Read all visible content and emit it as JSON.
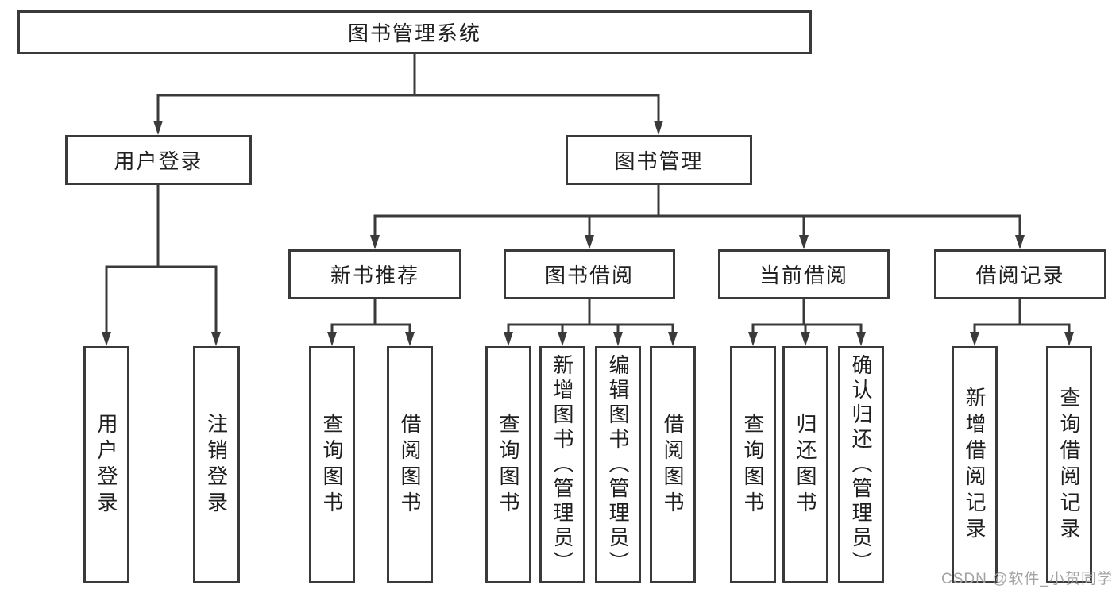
{
  "colors": {
    "line": "#3a3a3a",
    "text": "#1f1f1f",
    "watermark": "#a3a3a3",
    "box-bg": "#ffffff"
  },
  "diagram": {
    "root": {
      "label": "图书管理系统"
    },
    "level2": [
      {
        "label": "用户登录"
      },
      {
        "label": "图书管理"
      }
    ],
    "level3": [
      {
        "label": "新书推荐"
      },
      {
        "label": "图书借阅"
      },
      {
        "label": "当前借阅"
      },
      {
        "label": "借阅记录"
      }
    ],
    "leaves": {
      "user_login": [
        {
          "label": "用户登录"
        },
        {
          "label": "注销登录"
        }
      ],
      "new_book_recommend": [
        {
          "label": "查询图书"
        },
        {
          "label": "借阅图书"
        }
      ],
      "book_borrow": [
        {
          "label": "查询图书"
        },
        {
          "label": "新增图书（管理员）"
        },
        {
          "label": "编辑图书（管理员）"
        },
        {
          "label": "借阅图书"
        }
      ],
      "current_borrow": [
        {
          "label": "查询图书"
        },
        {
          "label": "归还图书"
        },
        {
          "label": "确认归还（管理员）"
        }
      ],
      "borrow_record": [
        {
          "label": "新增借阅记录"
        },
        {
          "label": "查询借阅记录"
        }
      ]
    }
  },
  "watermark": {
    "text": "CSDN @软件_小贺同学"
  }
}
